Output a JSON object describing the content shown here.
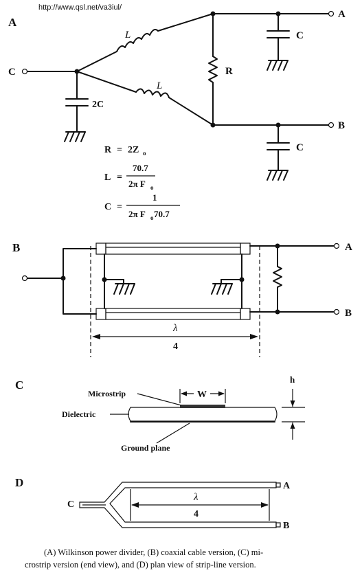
{
  "source_url": "http://www.qsl.net/va3iul/",
  "section_a": {
    "letter": "A",
    "ports": {
      "input": "C",
      "out_a": "A",
      "out_b": "B"
    },
    "components": {
      "inductor_top": "L",
      "inductor_bottom": "L",
      "resistor": "R",
      "cap_input": "2C",
      "cap_a": "C",
      "cap_b": "C"
    },
    "formulas": {
      "r": {
        "lhs": "R",
        "rhs": "2Z",
        "sub": "o"
      },
      "l": {
        "lhs": "L",
        "num": "70.7",
        "den": "2π F",
        "den_sub": "o"
      },
      "c": {
        "lhs": "C",
        "num": "1",
        "den": "2π F",
        "den_sub": "o",
        "den_tail": " 70.7"
      }
    }
  },
  "section_b": {
    "letter": "B",
    "ports": {
      "out_a": "A",
      "out_b": "B"
    },
    "length_num": "λ",
    "length_den": "4"
  },
  "section_c": {
    "letter": "C",
    "microstrip_label": "Microstrip",
    "width_label": "W",
    "dielectric_label": "Dielectric",
    "ground_label": "Ground plane",
    "height_label": "h"
  },
  "section_d": {
    "letter": "D",
    "ports": {
      "input": "C",
      "out_a": "A",
      "out_b": "B"
    },
    "length_num": "λ",
    "length_den": "4"
  },
  "caption_line1": "(A) Wilkinson power divider, (B) coaxial cable version, (C) mi-",
  "caption_line2": "crostrip version (end view), and (D) plan view of strip-line version."
}
